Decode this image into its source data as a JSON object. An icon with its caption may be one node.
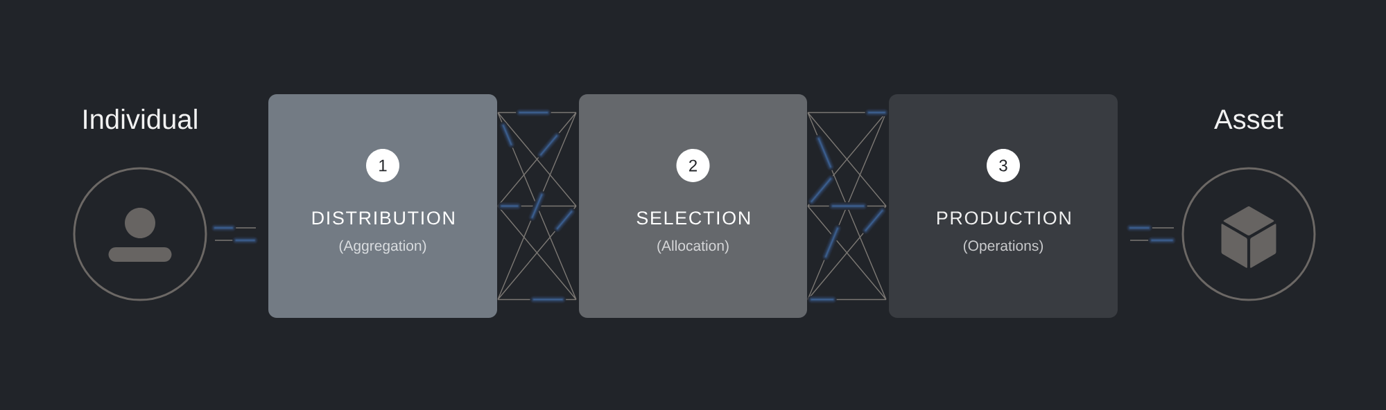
{
  "diagram": {
    "nodes": [
      {
        "text": [
          "Individual"
        ]
      },
      {
        "text": [
          "1",
          "DISTRIBUTION",
          "(Aggregation)"
        ]
      },
      {
        "text": [
          "2",
          "SELECTION",
          "(Allocation)"
        ]
      },
      {
        "text": [
          "3",
          "PRODUCTION",
          "(Operations)"
        ]
      },
      {
        "text": [
          "Asset"
        ]
      }
    ],
    "edges": [
      {
        "from": 0,
        "to": 1,
        "arrow": "none"
      },
      {
        "from": 0,
        "to": 1,
        "arrow": "none"
      },
      {
        "from": 1,
        "to": 2,
        "arrow": "none"
      },
      {
        "from": 2,
        "to": 3,
        "arrow": "none"
      },
      {
        "from": 3,
        "to": 4,
        "arrow": "none"
      },
      {
        "from": 3,
        "to": 4,
        "arrow": "none"
      }
    ]
  }
}
